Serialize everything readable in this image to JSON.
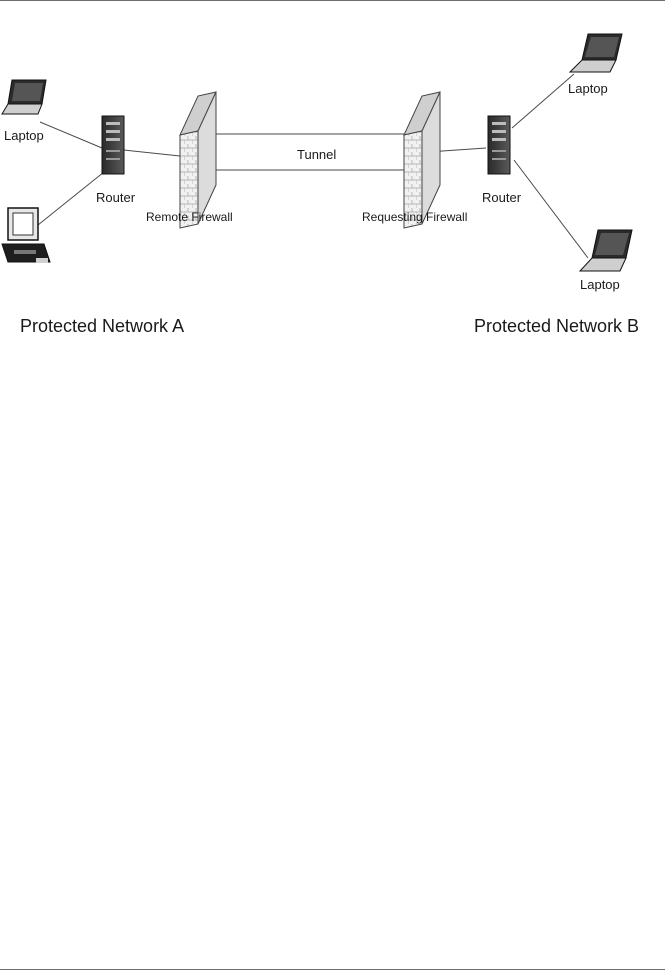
{
  "diagram": {
    "labels": {
      "laptop_a": "Laptop",
      "laptop_b_top": "Laptop",
      "laptop_b_bottom": "Laptop",
      "router_a": "Router",
      "router_b": "Router",
      "remote_firewall": "Remote Firewall",
      "requesting_firewall": "Requesting Firewall",
      "tunnel": "Tunnel"
    },
    "captions": {
      "network_a": "Protected Network A",
      "network_b": "Protected Network B"
    }
  }
}
